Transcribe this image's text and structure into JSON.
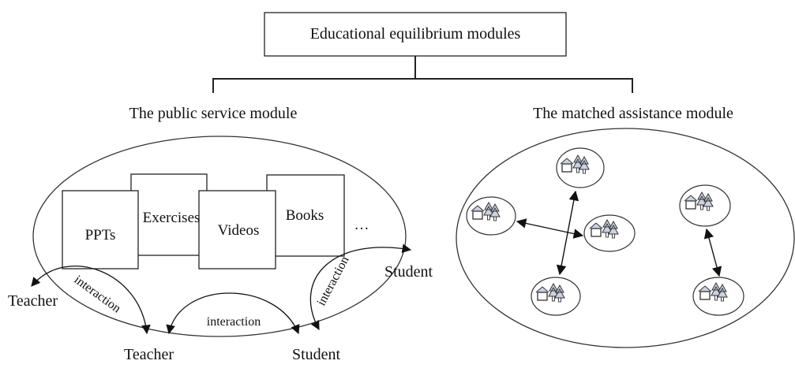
{
  "title": "Educational equilibrium modules",
  "left_module": {
    "title": "The public service module",
    "resources": [
      "PPTs",
      "Exercises",
      "Videos",
      "Books",
      "…"
    ],
    "interaction_label": "interaction",
    "roles": {
      "teacher_outer": "Teacher",
      "teacher_inner": "Teacher",
      "student_inner": "Student",
      "student_outer": "Student"
    }
  },
  "right_module": {
    "title": "The matched assistance module",
    "icon": "house-and-trees-icon"
  },
  "colors": {
    "stroke": "#222222",
    "icon_fill": "#c9d3e4"
  }
}
